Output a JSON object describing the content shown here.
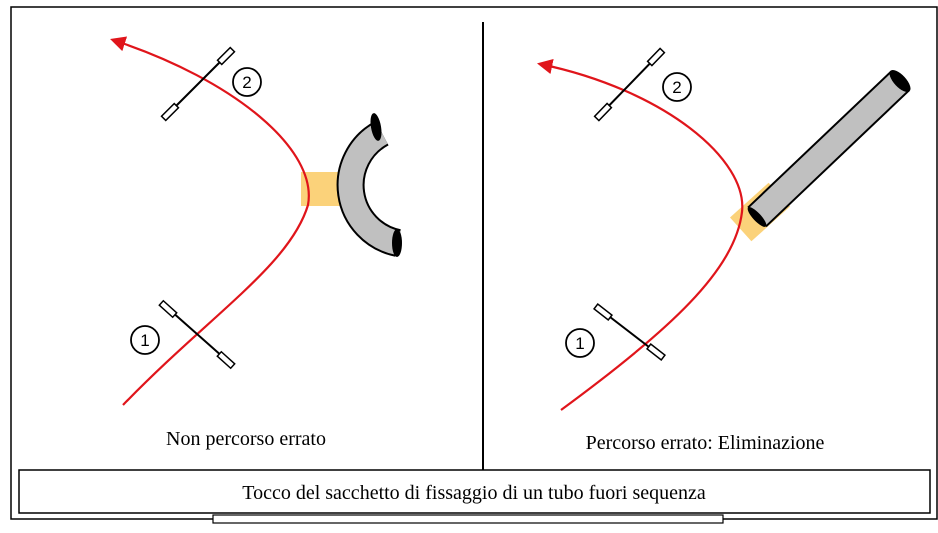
{
  "panels": [
    {
      "caption": "Non percorso errato",
      "markers": [
        {
          "number": "1"
        },
        {
          "number": "2"
        }
      ],
      "tube_shape": "curved-tube"
    },
    {
      "caption": "Percorso errato: Eliminazione",
      "markers": [
        {
          "number": "1"
        },
        {
          "number": "2"
        }
      ],
      "tube_shape": "straight-tube"
    }
  ],
  "footer": {
    "text": "Tocco del sacchetto di fissaggio di un tubo fuori sequenza"
  },
  "colors": {
    "path": "#e0151b",
    "tube_fill": "#c0c0c0",
    "contact_zone": "#fbd27a",
    "outline": "#000000"
  }
}
